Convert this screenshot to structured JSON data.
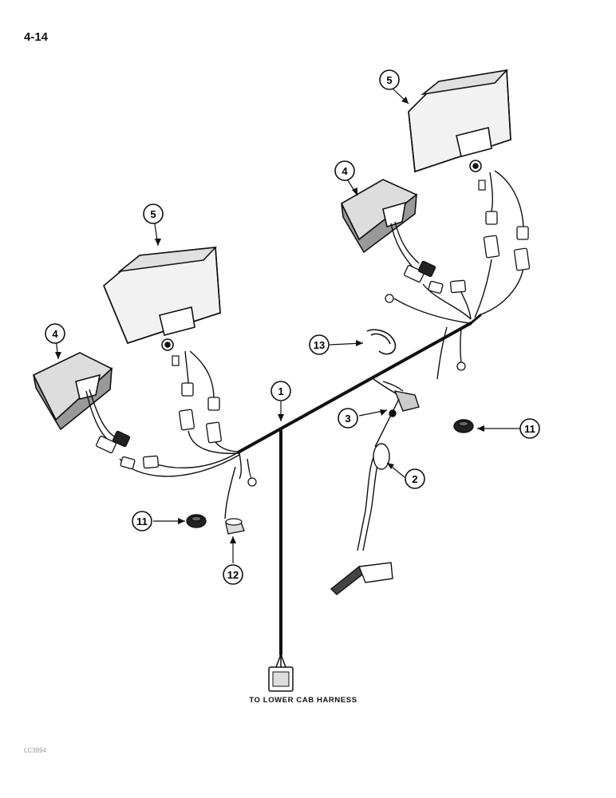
{
  "page_number": "4-14",
  "caption": "TO LOWER CAB HARNESS",
  "code_mark": "LC3994",
  "callouts": [
    {
      "id": "c5-right",
      "label": "5"
    },
    {
      "id": "c4-right",
      "label": "4"
    },
    {
      "id": "c5-left",
      "label": "5"
    },
    {
      "id": "c4-left",
      "label": "4"
    },
    {
      "id": "c13",
      "label": "13"
    },
    {
      "id": "c1",
      "label": "1"
    },
    {
      "id": "c3",
      "label": "3"
    },
    {
      "id": "c2",
      "label": "2"
    },
    {
      "id": "c11-right",
      "label": "11"
    },
    {
      "id": "c11-left",
      "label": "11"
    },
    {
      "id": "c12",
      "label": "12"
    }
  ]
}
